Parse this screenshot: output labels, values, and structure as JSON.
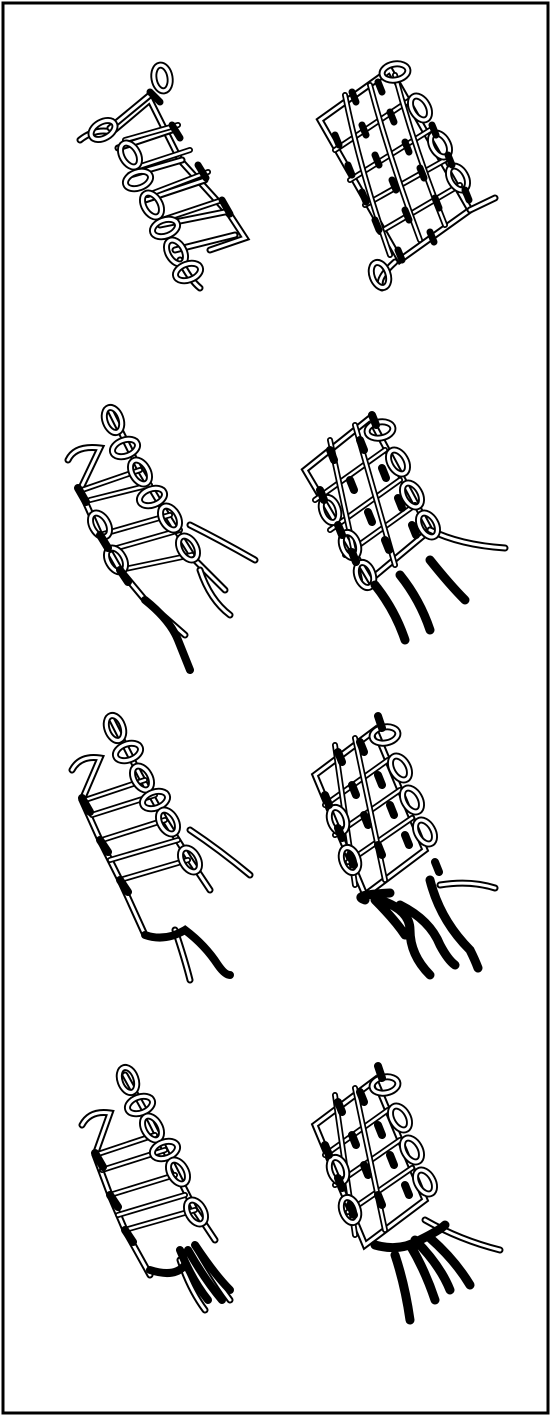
{
  "figure": {
    "rows": 4,
    "columns": 2,
    "frame_color": "#000000",
    "cord_outline_color": "#000000",
    "cord_fill_color": "#ffffff",
    "dark_thread_color": "#000000",
    "panels": [
      {
        "row": 1,
        "col": "left",
        "loop_icon": "chain-loop-icon"
      },
      {
        "row": 1,
        "col": "right",
        "loop_icon": "chain-loop-icon"
      },
      {
        "row": 2,
        "col": "left",
        "loop_icon": "chain-loop-icon"
      },
      {
        "row": 2,
        "col": "right",
        "loop_icon": "chain-loop-icon"
      },
      {
        "row": 3,
        "col": "left",
        "loop_icon": "chain-loop-icon"
      },
      {
        "row": 3,
        "col": "right",
        "loop_icon": "chain-loop-icon"
      },
      {
        "row": 4,
        "col": "left",
        "loop_icon": "chain-loop-icon"
      },
      {
        "row": 4,
        "col": "right",
        "loop_icon": "chain-loop-icon"
      }
    ]
  }
}
